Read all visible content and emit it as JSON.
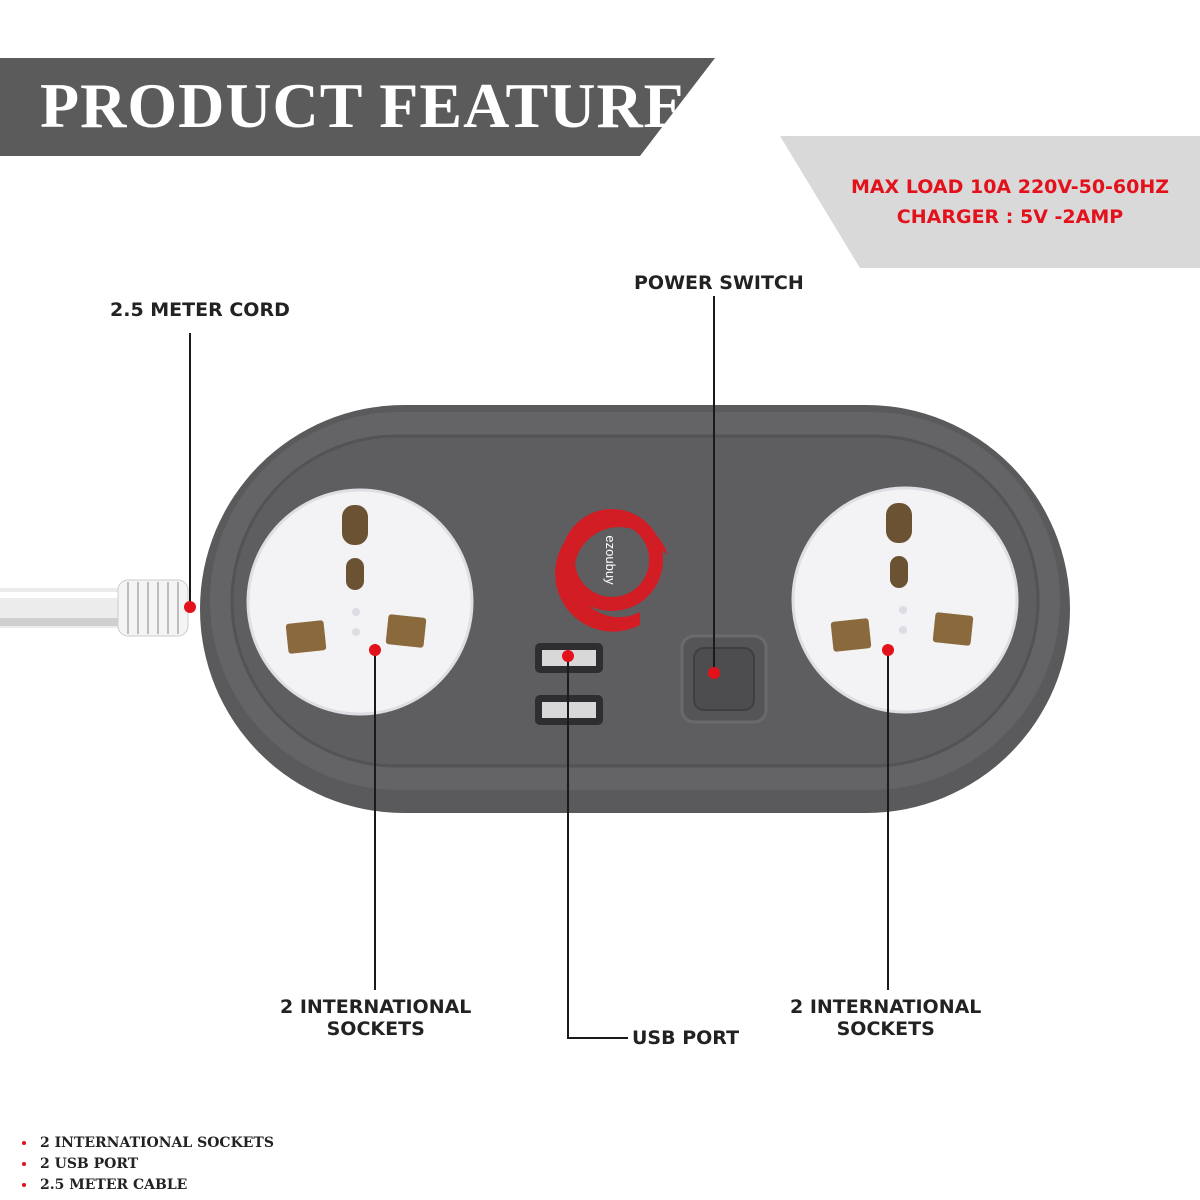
{
  "header": {
    "title": "PRODUCT FEATURE"
  },
  "spec": {
    "line1": "MAX LOAD 10A 220V-50-60HZ",
    "line2": "CHARGER : 5V -2AMP"
  },
  "callouts": {
    "cord": "2.5 METER CORD",
    "switch": "POWER SWITCH",
    "sockets_left_line1": "2 INTERNATIONAL",
    "sockets_left_line2": "SOCKETS",
    "sockets_right_line1": "2 INTERNATIONAL",
    "sockets_right_line2": "SOCKETS",
    "usb": "USB PORT"
  },
  "brand": {
    "logo_text": "ezoubuy"
  },
  "features": [
    "2 INTERNATIONAL SOCKETS",
    "2 USB PORT",
    "2.5 METER CABLE"
  ],
  "colors": {
    "accent": "#e3111b",
    "banner": "#5b5b5b",
    "spec_bg": "#d9d9d9",
    "body": "#5e5e60"
  }
}
